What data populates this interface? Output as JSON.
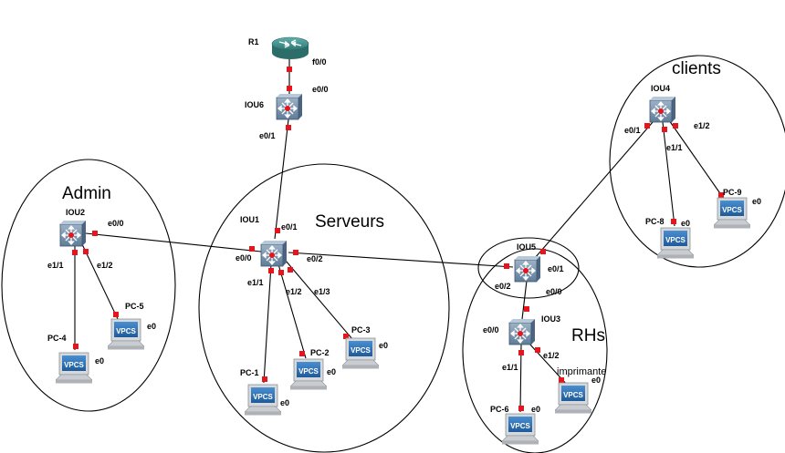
{
  "zones": [
    {
      "id": "admin",
      "label": "Admin"
    },
    {
      "id": "serveurs",
      "label": "Serveurs"
    },
    {
      "id": "rhs",
      "label": "RHs"
    },
    {
      "id": "clients",
      "label": "clients"
    },
    {
      "id": "iou5",
      "label": ""
    }
  ],
  "nodes": {
    "R1": {
      "label": "R1",
      "kind": "router"
    },
    "IOU6": {
      "label": "IOU6",
      "kind": "switch"
    },
    "IOU1": {
      "label": "IOU1",
      "kind": "switch"
    },
    "IOU2": {
      "label": "IOU2",
      "kind": "switch"
    },
    "IOU3": {
      "label": "IOU3",
      "kind": "switch"
    },
    "IOU4": {
      "label": "IOU4",
      "kind": "switch"
    },
    "IOU5": {
      "label": "IOU5",
      "kind": "switch"
    },
    "PC-1": {
      "label": "PC-1",
      "kind": "vpcs"
    },
    "PC-2": {
      "label": "PC-2",
      "kind": "vpcs"
    },
    "PC-3": {
      "label": "PC-3",
      "kind": "vpcs"
    },
    "PC-4": {
      "label": "PC-4",
      "kind": "vpcs"
    },
    "PC-5": {
      "label": "PC-5",
      "kind": "vpcs"
    },
    "PC-6": {
      "label": "PC-6",
      "kind": "vpcs"
    },
    "PC-8": {
      "label": "PC-8",
      "kind": "vpcs"
    },
    "PC-9": {
      "label": "PC-9",
      "kind": "vpcs"
    },
    "imprimante": {
      "label": "imprimante",
      "kind": "vpcs"
    }
  },
  "vpcs_text": "VPCS",
  "links": [
    {
      "from": "R1",
      "to": "IOU6",
      "ports": [
        "f0/0",
        "e0/0"
      ]
    },
    {
      "from": "IOU6",
      "to": "IOU1",
      "ports": [
        "e0/1",
        "e0/1"
      ]
    },
    {
      "from": "IOU2",
      "to": "IOU1",
      "ports": [
        "e0/0",
        "e0/0"
      ]
    },
    {
      "from": "IOU1",
      "to": "IOU5",
      "ports": [
        "e0/2",
        "e0/2"
      ]
    },
    {
      "from": "IOU5",
      "to": "IOU4",
      "ports": [
        "e0/1",
        "e0/1"
      ]
    },
    {
      "from": "IOU5",
      "to": "IOU3",
      "ports": [
        "e0/0",
        "e0/0"
      ]
    },
    {
      "from": "IOU1",
      "to": "PC-1",
      "ports": [
        "e1/1",
        "e0"
      ]
    },
    {
      "from": "IOU1",
      "to": "PC-2",
      "ports": [
        "e1/2",
        "e0"
      ]
    },
    {
      "from": "IOU1",
      "to": "PC-3",
      "ports": [
        "e1/3",
        "e0"
      ]
    },
    {
      "from": "IOU2",
      "to": "PC-4",
      "ports": [
        "e1/1",
        "e0"
      ]
    },
    {
      "from": "IOU2",
      "to": "PC-5",
      "ports": [
        "e1/2",
        "e0"
      ]
    },
    {
      "from": "IOU3",
      "to": "PC-6",
      "ports": [
        "e1/1",
        "e0"
      ]
    },
    {
      "from": "IOU3",
      "to": "imprimante",
      "ports": [
        "e1/2",
        "e0"
      ]
    },
    {
      "from": "IOU4",
      "to": "PC-8",
      "ports": [
        "e1/1",
        "e0"
      ]
    },
    {
      "from": "IOU4",
      "to": "PC-9",
      "ports": [
        "e1/2",
        "e0"
      ]
    }
  ],
  "colors": {
    "switch_body": "#7f97b0",
    "switch_face": "#5a7694",
    "router_body": "#3f8f8c",
    "port_dot": "#e8141c",
    "vpcs_screen": "#2f6fb3",
    "vpcs_frame": "#d6d9dc"
  }
}
